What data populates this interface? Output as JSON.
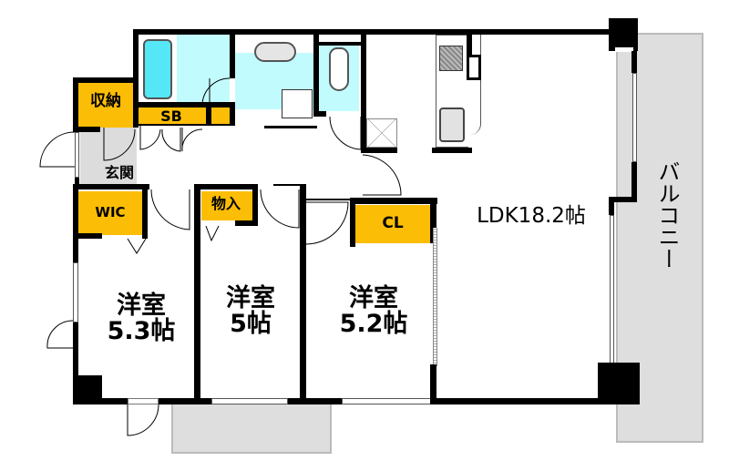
{
  "floor_plan": {
    "type": "apartment floor plan (3LDK)",
    "rooms": {
      "ldk": {
        "name": "LDK",
        "size": "18.2帖",
        "label": "LDK18.2帖"
      },
      "western_room_1": {
        "name": "洋室",
        "size": "5.3帖"
      },
      "western_room_2": {
        "name": "洋室",
        "size": "5帖"
      },
      "western_room_3": {
        "name": "洋室",
        "size": "5.2帖"
      },
      "entrance": {
        "label": "玄関"
      },
      "storage": {
        "label": "収納"
      },
      "shoe_box": {
        "label": "SB"
      },
      "walk_in_closet": {
        "label": "WIC"
      },
      "closet_storage": {
        "label": "物入"
      },
      "closet": {
        "label": "CL"
      },
      "balcony": {
        "label": "バルコニー"
      }
    },
    "colors": {
      "storage": "#fbbd05",
      "wet_area": "#c2fbfd",
      "balcony_entrance": "#e0e0e0",
      "wall": "#000000"
    }
  }
}
